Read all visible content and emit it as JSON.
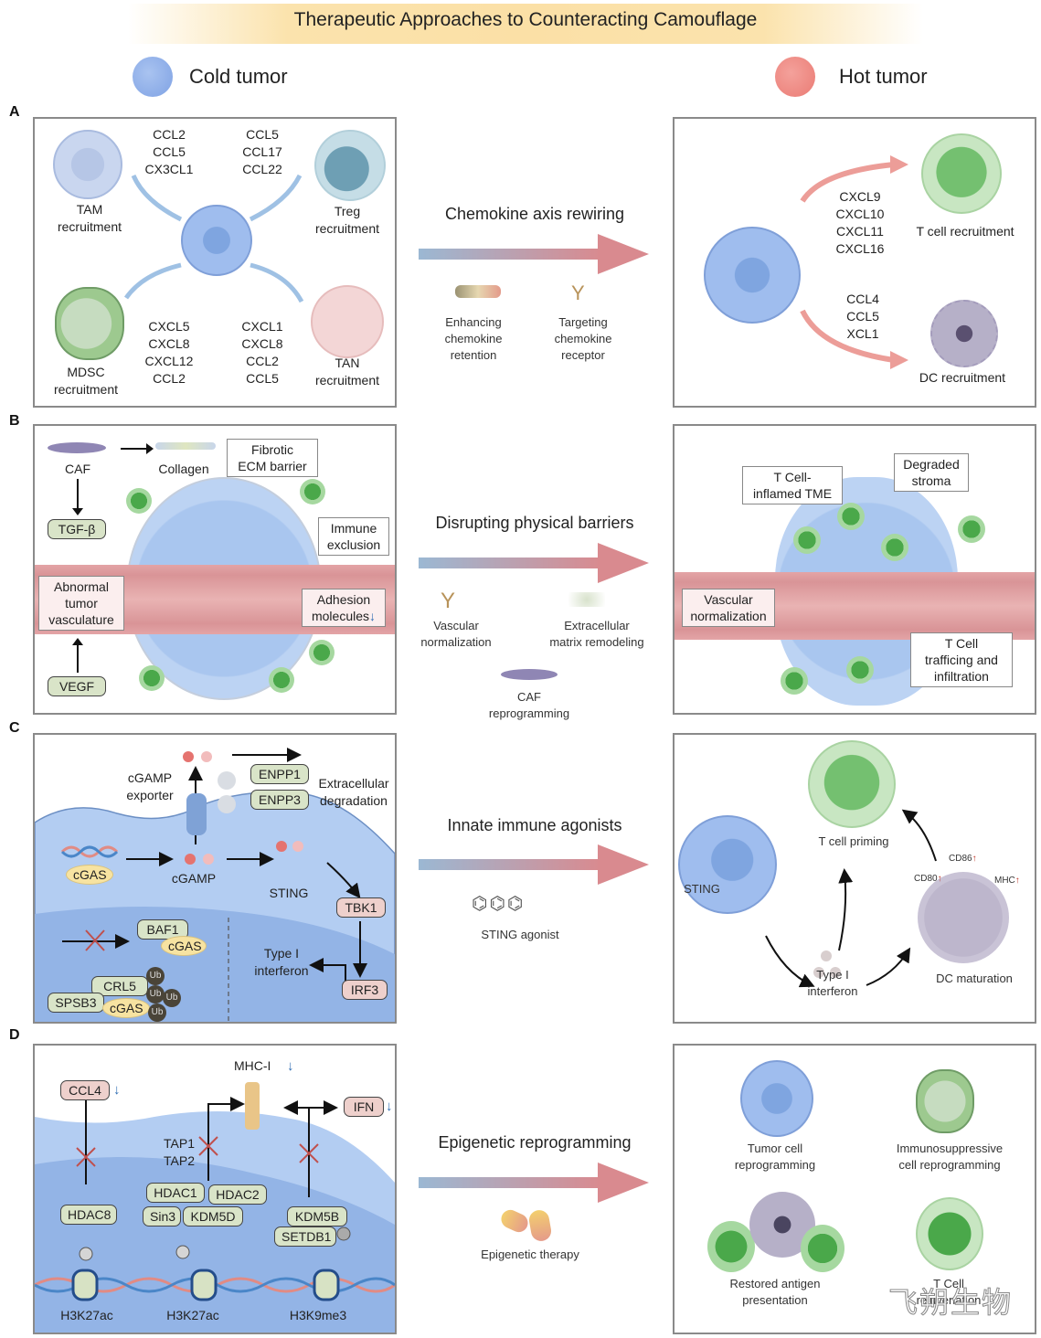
{
  "title": "Therapeutic Approaches to Counteracting Camouflage",
  "legend": {
    "cold": {
      "label": "Cold tumor",
      "color": "#8fb0e8"
    },
    "hot": {
      "label": "Hot tumor",
      "color": "#ef8a83"
    }
  },
  "colors": {
    "arrow_start": "#9bb8d3",
    "arrow_end": "#d98a8f",
    "tumor_blue": "#8fb0e8",
    "tcell_green": "#7cc47a",
    "cytoplasm_blue": "#a9c6ef",
    "nucleus_blue": "#7fa5e0",
    "vessel_pink": "#e6a8a8",
    "pill_green": "#d9e4c8",
    "pill_pink": "#eed0cc"
  },
  "panels": {
    "A": {
      "letter": "A",
      "left": {
        "top_left_chemokines": "CCL2\nCCL5\nCX3CL1",
        "top_right_chemokines": "CCL5\nCCL17\nCCL22",
        "bottom_left_chemokines": "CXCL5\nCXCL8\nCXCL12\nCCL2",
        "bottom_right_chemokines": "CXCL1\nCXCL8\nCCL2\nCCL5",
        "tam": "TAM\nrecruitment",
        "treg": "Treg\nrecruitment",
        "mdsc": "MDSC\nrecruitment",
        "tan": "TAN\nrecruitment"
      },
      "middle": {
        "caption": "Chemokine axis rewiring",
        "tool1": "Enhancing\nchemokine\nretention",
        "tool2": "Targeting\nchemokine\nreceptor"
      },
      "right": {
        "tcell_chemokines": "CXCL9\nCXCL10\nCXCL11\nCXCL16",
        "tcell_label": "T cell recruitment",
        "dc_chemokines": "CCL4\nCCL5\nXCL1",
        "dc_label": "DC recruitment"
      }
    },
    "B": {
      "letter": "B",
      "left": {
        "caf": "CAF",
        "collagen": "Collagen",
        "fibrotic": "Fibrotic\nECM barrier",
        "tgfb": "TGF-β",
        "immune_exclusion": "Immune\nexclusion",
        "abnormal": "Abnormal\ntumor\nvasculature",
        "adhesion": "Adhesion\nmolecules",
        "adhesion_arrow": "↓",
        "vegf": "VEGF"
      },
      "middle": {
        "caption": "Disrupting physical barriers",
        "tool1": "Vascular\nnormalization",
        "tool2": "Extracellular\nmatrix remodeling",
        "tool3": "CAF\nreprogramming"
      },
      "right": {
        "tcell_inflamed": "T Cell-\ninflamed TME",
        "degraded": "Degraded\nstroma",
        "vascular_norm": "Vascular\nnormalization",
        "trafficking": "T Cell\ntrafficing and\ninfiltration"
      }
    },
    "C": {
      "letter": "C",
      "left": {
        "exporter": "cGAMP\nexporter",
        "enpp1": "ENPP1",
        "enpp3": "ENPP3",
        "extracellular": "Extracellular\ndegradation",
        "cgas1": "cGAS",
        "cgamp": "cGAMP",
        "sting": "STING",
        "tbk1": "TBK1",
        "baf1": "BAF1",
        "cgas2": "cGAS",
        "type1": "Type I\ninterferon",
        "crl5": "CRL5",
        "spsb3": "SPSB3",
        "cgas3": "cGAS",
        "ub": "Ub",
        "irf3": "IRF3"
      },
      "middle": {
        "caption": "Innate immune agonists",
        "tool1": "STING agonist"
      },
      "right": {
        "sting": "STING",
        "tpriming": "T cell priming",
        "cd86": "CD86",
        "cd80": "CD80",
        "mhc": "MHC",
        "type1": "Type I\ninterferon",
        "dc_maturation": "DC maturation",
        "up": "↑"
      }
    },
    "D": {
      "letter": "D",
      "left": {
        "ccl4": "CCL4",
        "mhc1": "MHC-I",
        "ifn": "IFN",
        "down": "↓",
        "tap": "TAP1\nTAP2",
        "hdac8": "HDAC8",
        "hdac1": "HDAC1",
        "hdac2": "HDAC2",
        "sin3": "Sin3",
        "kdm5d": "KDM5D",
        "kdm5b": "KDM5B",
        "setdb1": "SETDB1",
        "mark1": "H3K27ac",
        "mark2": "H3K27ac",
        "mark3": "H3K9me3"
      },
      "middle": {
        "caption": "Epigenetic reprogramming",
        "tool1": "Epigenetic therapy"
      },
      "right": {
        "tumor_reprog": "Tumor cell\nreprogramming",
        "immuno_reprog": "Immunosuppressive\ncell reprogramming",
        "antigen": "Restored antigen\npresentation",
        "tcell": "T Cell\nrejuvenation"
      }
    }
  },
  "watermark": "飞朔生物"
}
